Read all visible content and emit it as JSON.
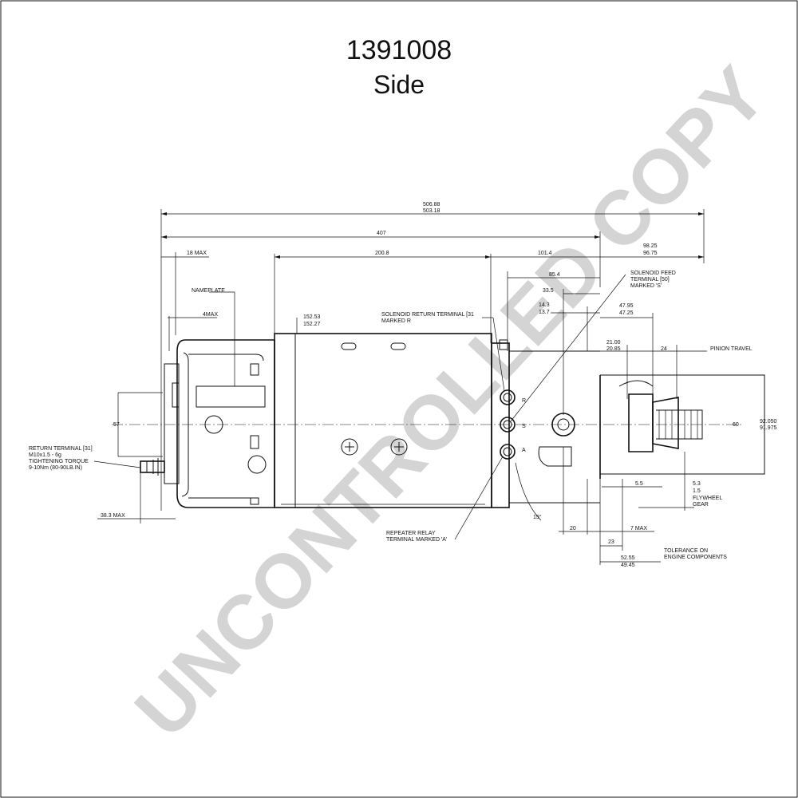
{
  "header": {
    "part_number": "1391008",
    "view": "Side"
  },
  "watermark": "UNCONTROLLED COPY",
  "dimensions": {
    "overall_max": "506.88",
    "overall_min": "503.18",
    "length_407": "407",
    "max_18": "18 MAX",
    "body_200": "200.8",
    "len_101": "101.4",
    "d98_25": "98.25",
    "d96_75": "96.75",
    "d85_4": "85.4",
    "d33_5": "33.5",
    "d14_3": "14.3",
    "d13_7": "13.7",
    "d47_95": "47.95",
    "d47_25": "47.25",
    "d21_00": "21.00",
    "d20_85": "20.85",
    "d24": "24",
    "dia_152_53": "152.53",
    "dia_152_27": "152.27",
    "max_4": "4MAX",
    "dia_57": "57",
    "dia_92_050": "92.050",
    "dia_91_975": "91.975",
    "dia_60": "60",
    "d5_5": "5.5",
    "d5_3": "5.3",
    "d1_5": "1.5",
    "d20": "20",
    "max_7": "7 MAX",
    "d23": "23",
    "d52_55": "52.55",
    "d49_45": "49.45",
    "max_38_3": "38.3 MAX",
    "angle_15": "15°"
  },
  "labels": {
    "nameplate": "NAMEPLATE",
    "solenoid_return_1": "SOLENOID RETURN TERMINAL [31",
    "solenoid_return_2": "MARKED R",
    "solenoid_feed_1": "SOLENOID FEED",
    "solenoid_feed_2": "TERMINAL [50]",
    "solenoid_feed_3": "MARKED 'S'",
    "pinion_travel": "PINION TRAVEL",
    "return_terminal_1": "RETURN TERMINAL [31]",
    "return_terminal_2": "M10x1.5 - 6g",
    "return_terminal_3": "TIGHTENING TORQUE",
    "return_terminal_4": "9-10Nm (80-90LB.IN)",
    "flywheel_1": "FLYWHEEL",
    "flywheel_2": "GEAR",
    "repeater_1": "REPEATER RELAY",
    "repeater_2": "TERMINAL MARKED 'A'",
    "tolerance_1": "TOLERANCE ON",
    "tolerance_2": "ENGINE COMPONENTS",
    "mark_r": "R",
    "mark_s": "S",
    "mark_a": "A"
  }
}
